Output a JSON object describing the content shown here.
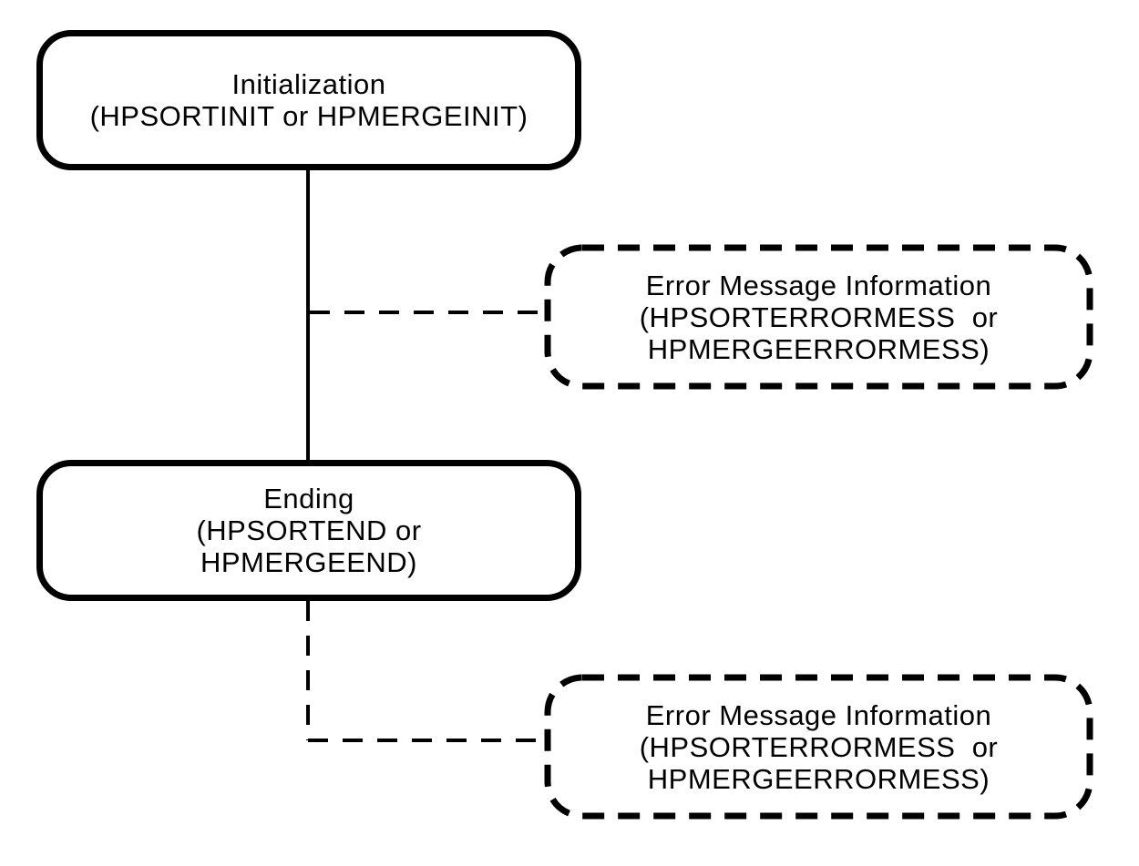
{
  "nodes": {
    "initialization": {
      "lines": [
        "Initialization",
        "(HPSORTINIT or HPMERGEINIT)"
      ]
    },
    "error_info_1": {
      "lines": [
        "Error Message Information",
        "(HPSORTERRORMESS  or",
        "HPMERGEERRORMESS)"
      ]
    },
    "ending": {
      "lines": [
        "Ending",
        "(HPSORTEND or",
        "HPMERGEEND)"
      ]
    },
    "error_info_2": {
      "lines": [
        "Error Message Information",
        "(HPSORTERRORMESS  or",
        "HPMERGEERRORMESS)"
      ]
    }
  },
  "edges": [
    {
      "from": "initialization",
      "to": "ending",
      "style": "solid"
    },
    {
      "from": "initialization",
      "to": "error_info_1",
      "style": "dashed"
    },
    {
      "from": "ending",
      "to": "error_info_2",
      "style": "dashed"
    }
  ],
  "colors": {
    "stroke": "#000000",
    "background": "#ffffff"
  }
}
